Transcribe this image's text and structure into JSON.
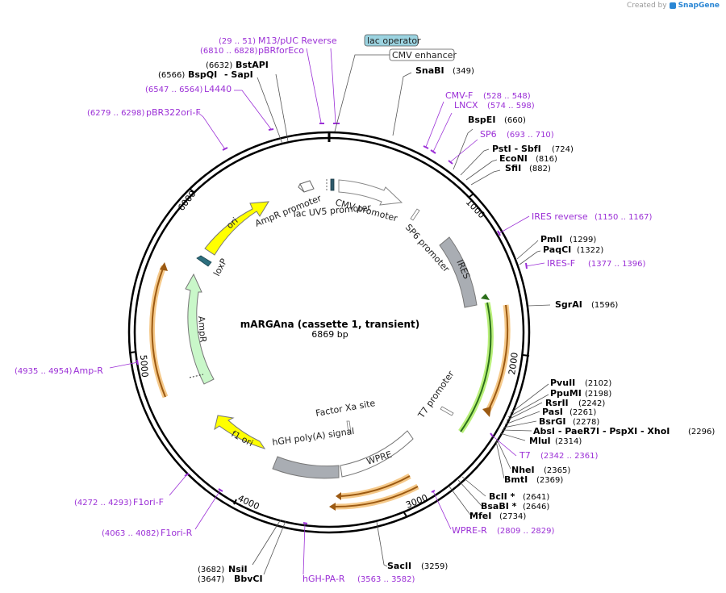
{
  "credit": {
    "created_by": "Created by",
    "brand": "SnapGene"
  },
  "plasmid": {
    "name": "mARGAna (cassette 1, transient)",
    "length": "6869 bp"
  },
  "ticks": [
    "1000",
    "2000",
    "3000",
    "4000",
    "5000",
    "6000"
  ],
  "enzymes": [
    {
      "name": "SnaBI",
      "pos": "(349)"
    },
    {
      "name": "BspEI",
      "pos": "(660)"
    },
    {
      "name": "PstI  - SbfI",
      "pos": "(724)"
    },
    {
      "name": "EcoNI",
      "pos": "(816)"
    },
    {
      "name": "SfiI",
      "pos": "(882)"
    },
    {
      "name": "PmlI",
      "pos": "(1299)"
    },
    {
      "name": "PaqCI",
      "pos": "(1322)"
    },
    {
      "name": "SgrAI",
      "pos": "(1596)"
    },
    {
      "name": "PvuII",
      "pos": "(2102)"
    },
    {
      "name": "PpuMI",
      "pos": "(2198)"
    },
    {
      "name": "RsrII",
      "pos": "(2242)"
    },
    {
      "name": "PasI",
      "pos": "(2261)"
    },
    {
      "name": "BsrGI",
      "pos": "(2278)"
    },
    {
      "name": "AbsI  - PaeR7I  - PspXI  - XhoI",
      "pos": "(2296)"
    },
    {
      "name": "MluI",
      "pos": "(2314)"
    },
    {
      "name": "NheI",
      "pos": "(2365)"
    },
    {
      "name": "BmtI",
      "pos": "(2369)"
    },
    {
      "name": "BclI *",
      "pos": "(2641)"
    },
    {
      "name": "BsaBI *",
      "pos": "(2646)"
    },
    {
      "name": "MfeI",
      "pos": "(2734)"
    },
    {
      "name": "SacII",
      "pos": "(3259)"
    },
    {
      "name": "NsiI",
      "pos": "(3682)"
    },
    {
      "name": "BbvCI",
      "pos": "(3647)"
    },
    {
      "name": "BstAPI",
      "pos": "(6632)"
    },
    {
      "name": "BspQI",
      "pos": "(6566)"
    },
    {
      "name": "- SapI",
      "pos": ""
    }
  ],
  "primers": [
    {
      "name": "M13/pUC Reverse",
      "pos": "(29 .. 51)"
    },
    {
      "name": "pBRforEco",
      "pos": "(6810 .. 6828)"
    },
    {
      "name": "L4440",
      "pos": "(6547 .. 6564)"
    },
    {
      "name": "pBR322ori-F",
      "pos": "(6279 .. 6298)"
    },
    {
      "name": "CMV-F",
      "pos": "(528 .. 548)"
    },
    {
      "name": "LNCX",
      "pos": "(574 .. 598)"
    },
    {
      "name": "SP6",
      "pos": "(693 .. 710)"
    },
    {
      "name": "IRES reverse",
      "pos": "(1150 .. 1167)"
    },
    {
      "name": "IRES-F",
      "pos": "(1377 .. 1396)"
    },
    {
      "name": "T7",
      "pos": "(2342 .. 2361)"
    },
    {
      "name": "WPRE-R",
      "pos": "(2809 .. 2829)"
    },
    {
      "name": "hGH-PA-R",
      "pos": "(3563 .. 3582)"
    },
    {
      "name": "F1ori-F",
      "pos": "(4272 .. 4293)"
    },
    {
      "name": "F1ori-R",
      "pos": "(4063 .. 4082)"
    },
    {
      "name": "Amp-R",
      "pos": "(4935 .. 4954)"
    }
  ],
  "boxed": {
    "lac_operator": "lac operator",
    "cmv_enhancer": "CMV enhancer"
  },
  "features": {
    "cmv_promoter": "CMV promoter",
    "lac_uv5": "lac UV5 promoter",
    "ampr_promoter": "AmpR promoter",
    "sp6_promoter": "SP6 promoter",
    "ires": "IRES",
    "t7_promoter": "T7 promoter",
    "factor_xa": "Factor Xa site",
    "hgh_polya": "hGH poly(A) signal",
    "wpre": "WPRE",
    "f1_ori": "f1 ori",
    "ampr": "AmpR",
    "loxp": "loxP",
    "ori": "ori"
  },
  "colors": {
    "primer": "#9b2fd6",
    "ori": "#ffff00",
    "ampr": "#c9f7c9",
    "ires": "#a9adb3",
    "orf_outline": "#f2c27a",
    "orf_fill": "#b36a1d",
    "lac_operator": "#9bd3e0"
  }
}
